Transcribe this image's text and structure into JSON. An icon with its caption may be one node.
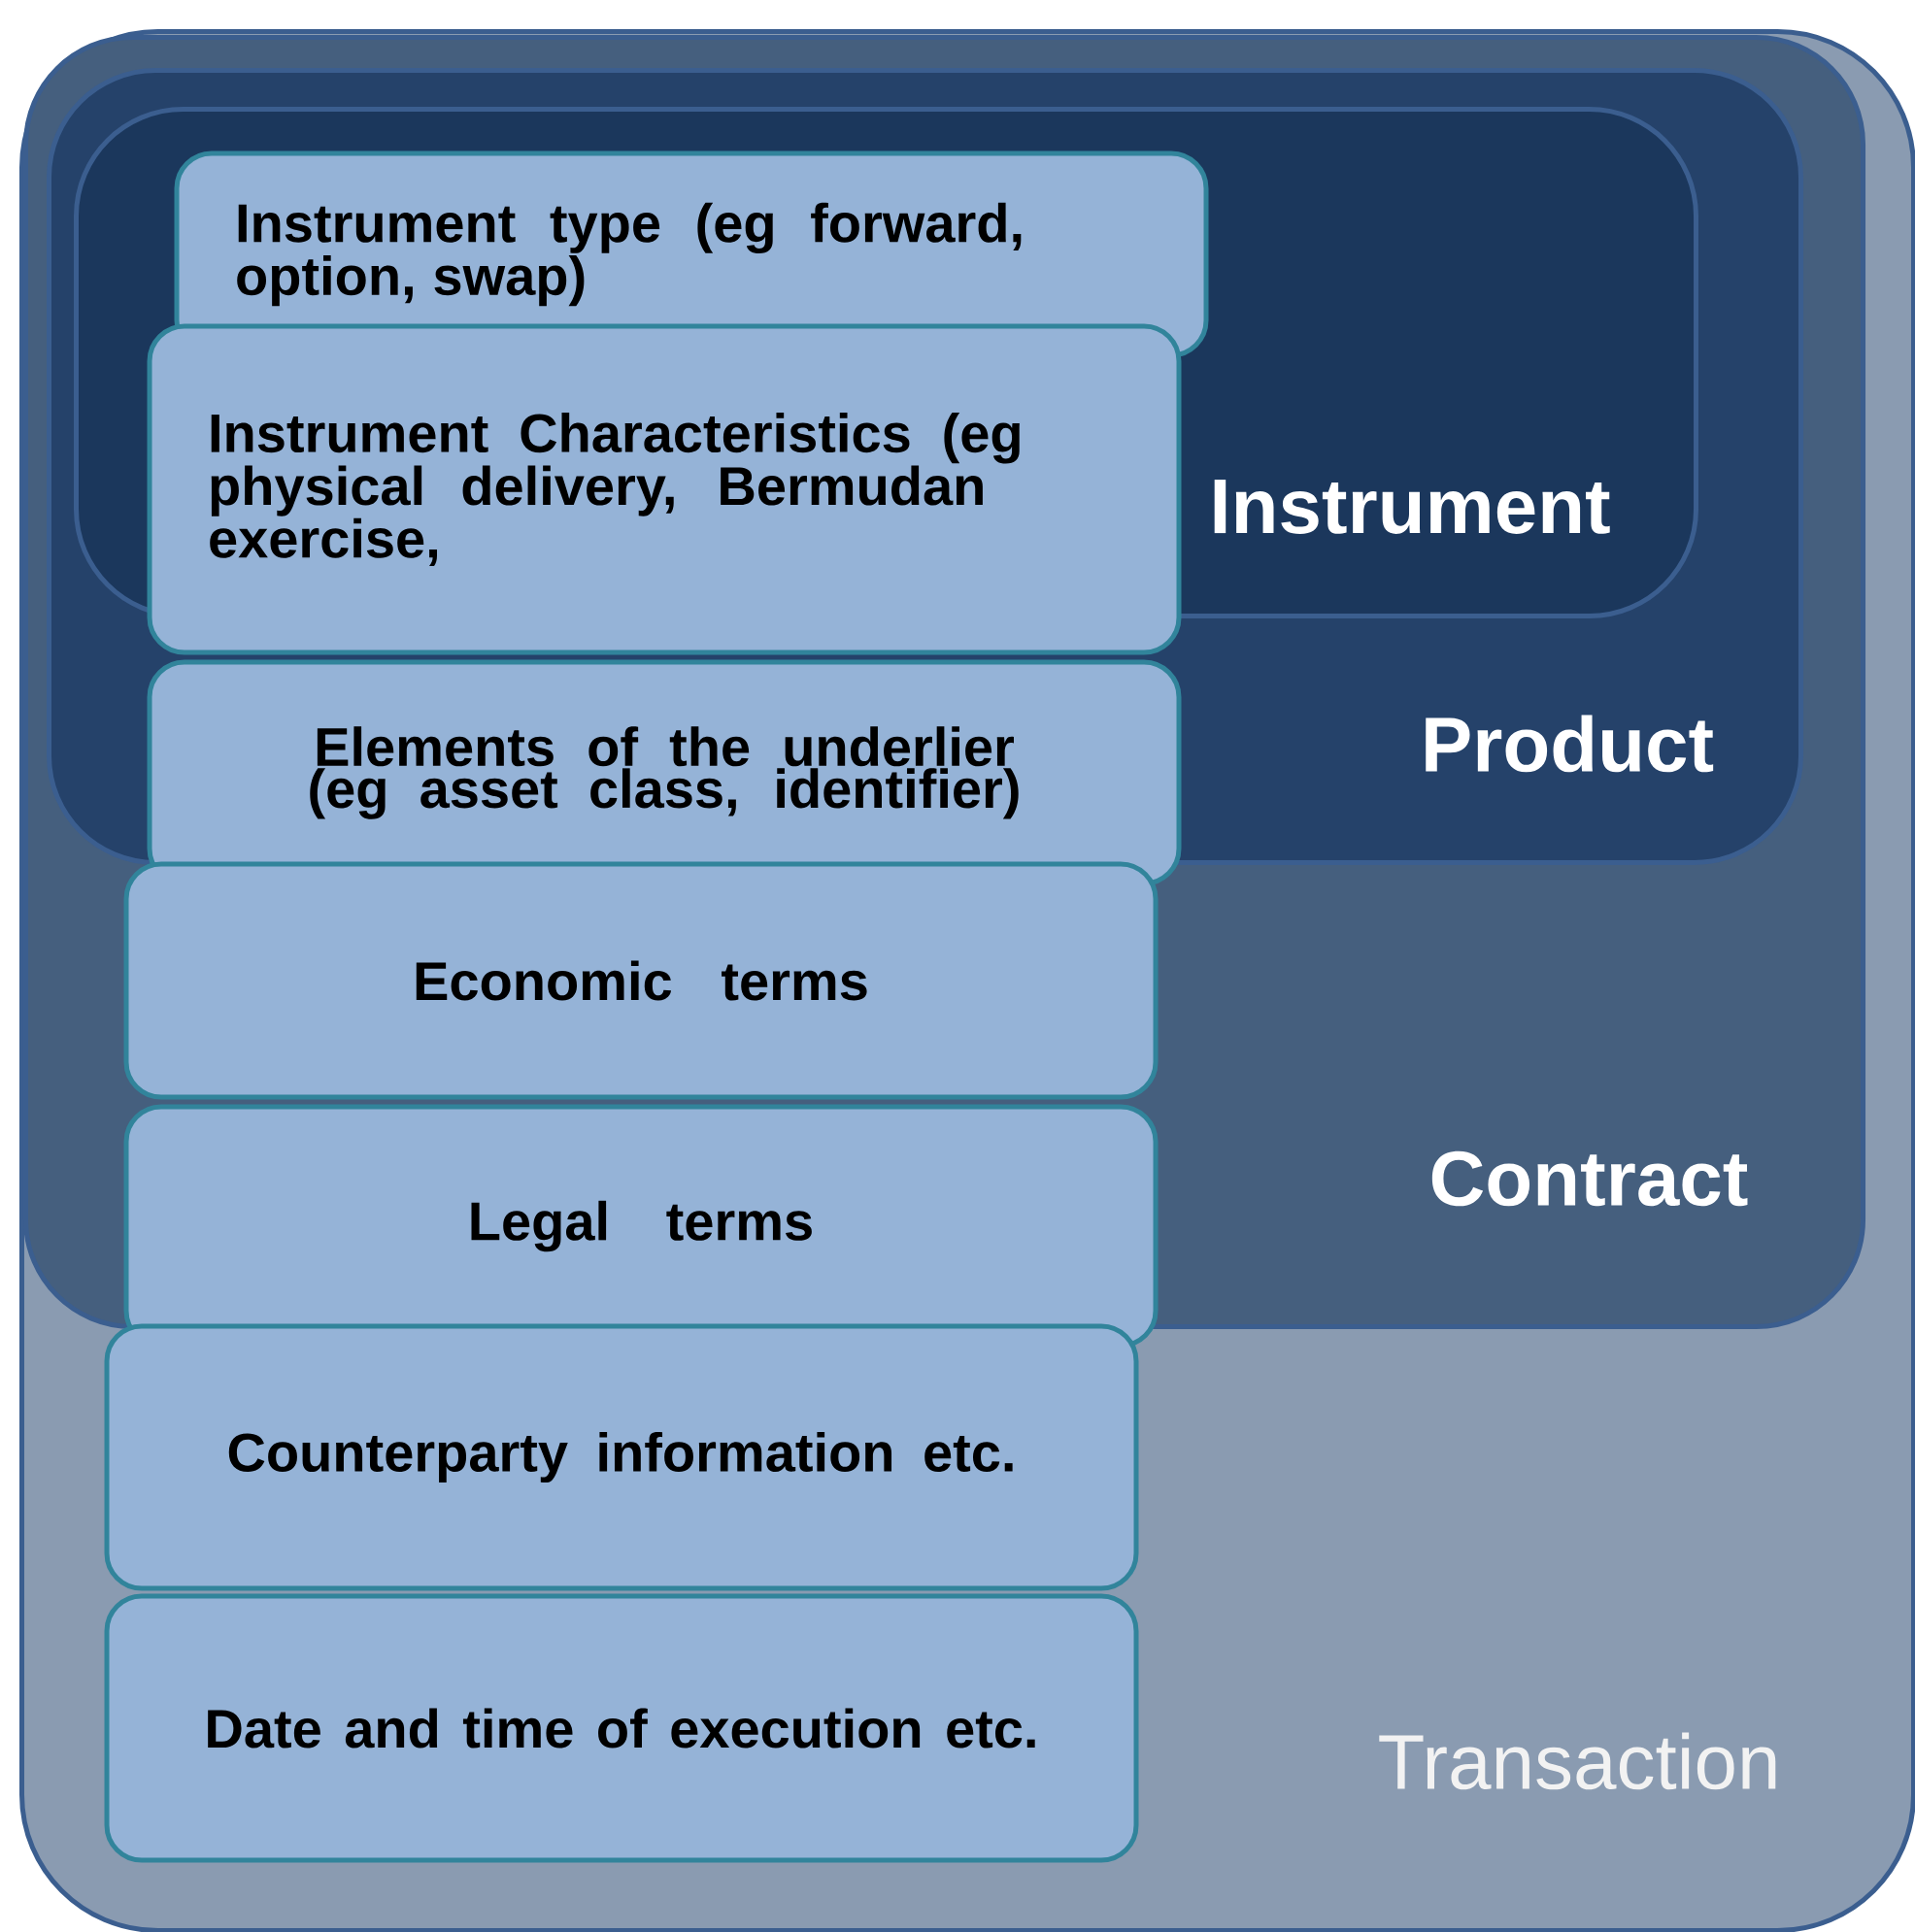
{
  "diagram": {
    "nodes": [
      {
        "text": [
          "Transaction"
        ]
      },
      {
        "text": [
          "Contract"
        ],
        "in": 0
      },
      {
        "text": [
          "Product"
        ],
        "in": 1
      },
      {
        "text": [
          "Instrument"
        ],
        "in": 2
      },
      {
        "text": [
          "Instrument type (eg forward, option, swap)"
        ],
        "in": 3
      },
      {
        "text": [
          "Instrument Characteristics (eg physical delivery, Bermudan exercise,"
        ],
        "in": 2
      },
      {
        "text": [
          "Elements of the underlier (eg asset class, identifier)"
        ],
        "in": 2
      },
      {
        "text": [
          "Economic terms"
        ],
        "in": 1
      },
      {
        "text": [
          "Legal terms"
        ],
        "in": 1
      },
      {
        "text": [
          "Counterparty information etc."
        ],
        "in": 0
      },
      {
        "text": [
          "Date and time of execution etc."
        ],
        "in": 0
      }
    ]
  }
}
